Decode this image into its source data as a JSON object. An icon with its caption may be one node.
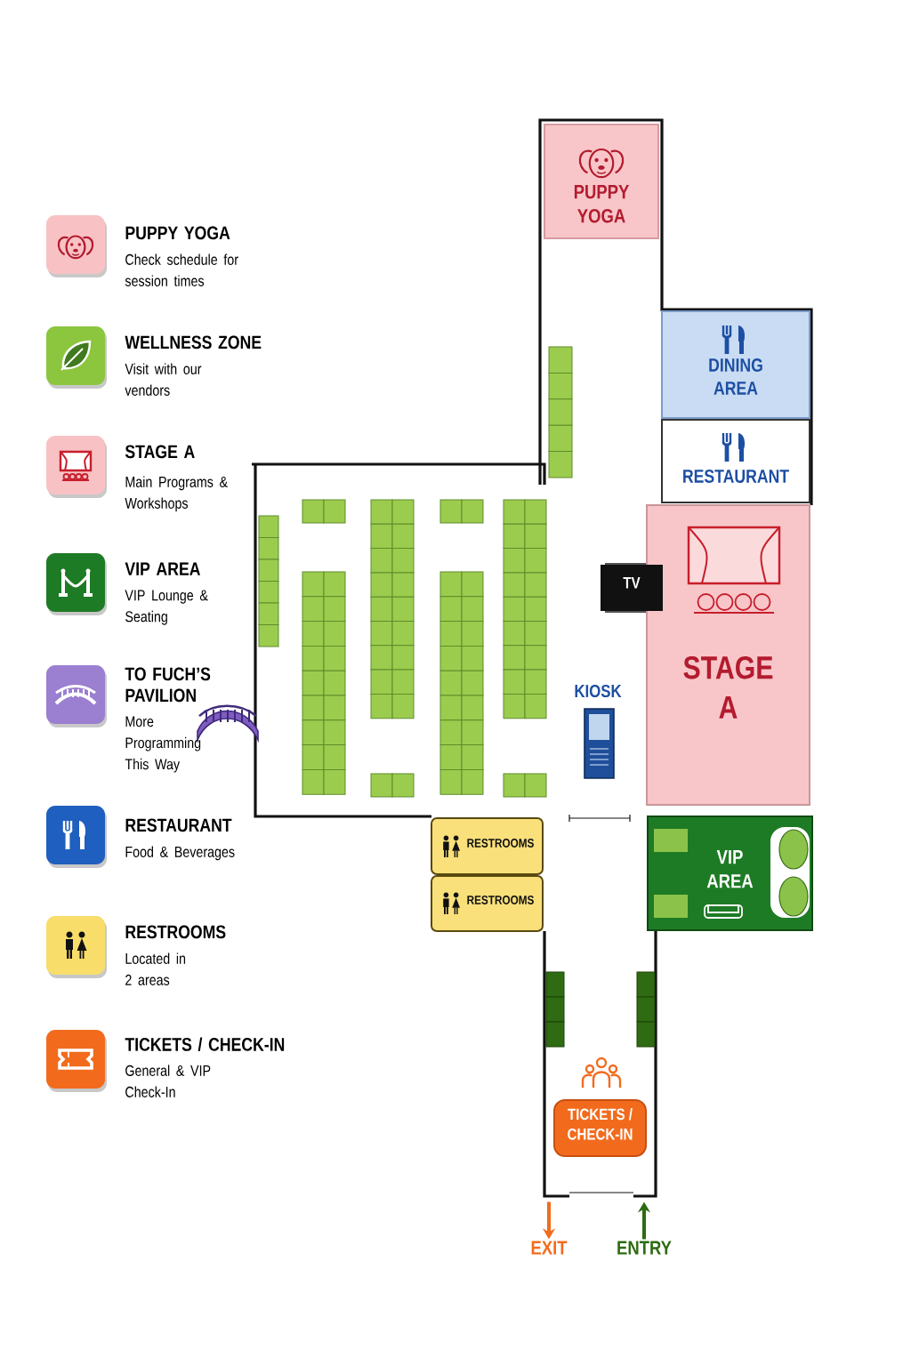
{
  "diagram": {
    "nodes": [
      {
        "text": [
          "PUPPY YOGA"
        ]
      },
      {
        "text": [
          "DINING AREA"
        ]
      },
      {
        "text": [
          "RESTAURANT"
        ]
      },
      {
        "text": [
          "STAGE A"
        ]
      },
      {
        "text": [
          "TV"
        ]
      },
      {
        "text": [
          "KIOSK"
        ]
      },
      {
        "text": [
          "RESTROOMS"
        ]
      },
      {
        "text": [
          "RESTROOMS"
        ]
      },
      {
        "text": [
          "VIP AREA"
        ]
      },
      {
        "text": [
          "TICKETS / CHECK-IN"
        ]
      },
      {
        "text": [
          "EXIT"
        ]
      },
      {
        "text": [
          "ENTRY"
        ]
      }
    ],
    "edges": [
      {
        "from": null,
        "to": 10,
        "arrow": "to",
        "color": "#f26b1d"
      },
      {
        "from": 11,
        "to": null,
        "arrow": "to",
        "color": "#2e6b12"
      }
    ],
    "labels": [
      "Check schedule for session times",
      "Visit with our vendors",
      "Main Programs & Workshops",
      "VIP Lounge & Seating",
      "More Programming This Way",
      "Food & Beverages",
      "Located in 2 areas",
      "General & VIP Check-In"
    ],
    "legend": [
      {
        "text": "PUPPY YOGA",
        "color": "#f8c2c5"
      },
      {
        "text": "WELLNESS ZONE",
        "color": "#8cc63f"
      },
      {
        "text": "STAGE A",
        "color": "#f8c2c5"
      },
      {
        "text": "VIP AREA",
        "color": "#1e7b25"
      },
      {
        "text": "TO FUCH’S PAVILION",
        "color": "#9b7fd0"
      },
      {
        "text": "RESTAURANT",
        "color": "#1f5fbf"
      },
      {
        "text": "RESTROOMS",
        "color": "#f9dd6b"
      },
      {
        "text": "TICKETS / CHECK-IN",
        "color": "#f26b1d"
      }
    ]
  }
}
